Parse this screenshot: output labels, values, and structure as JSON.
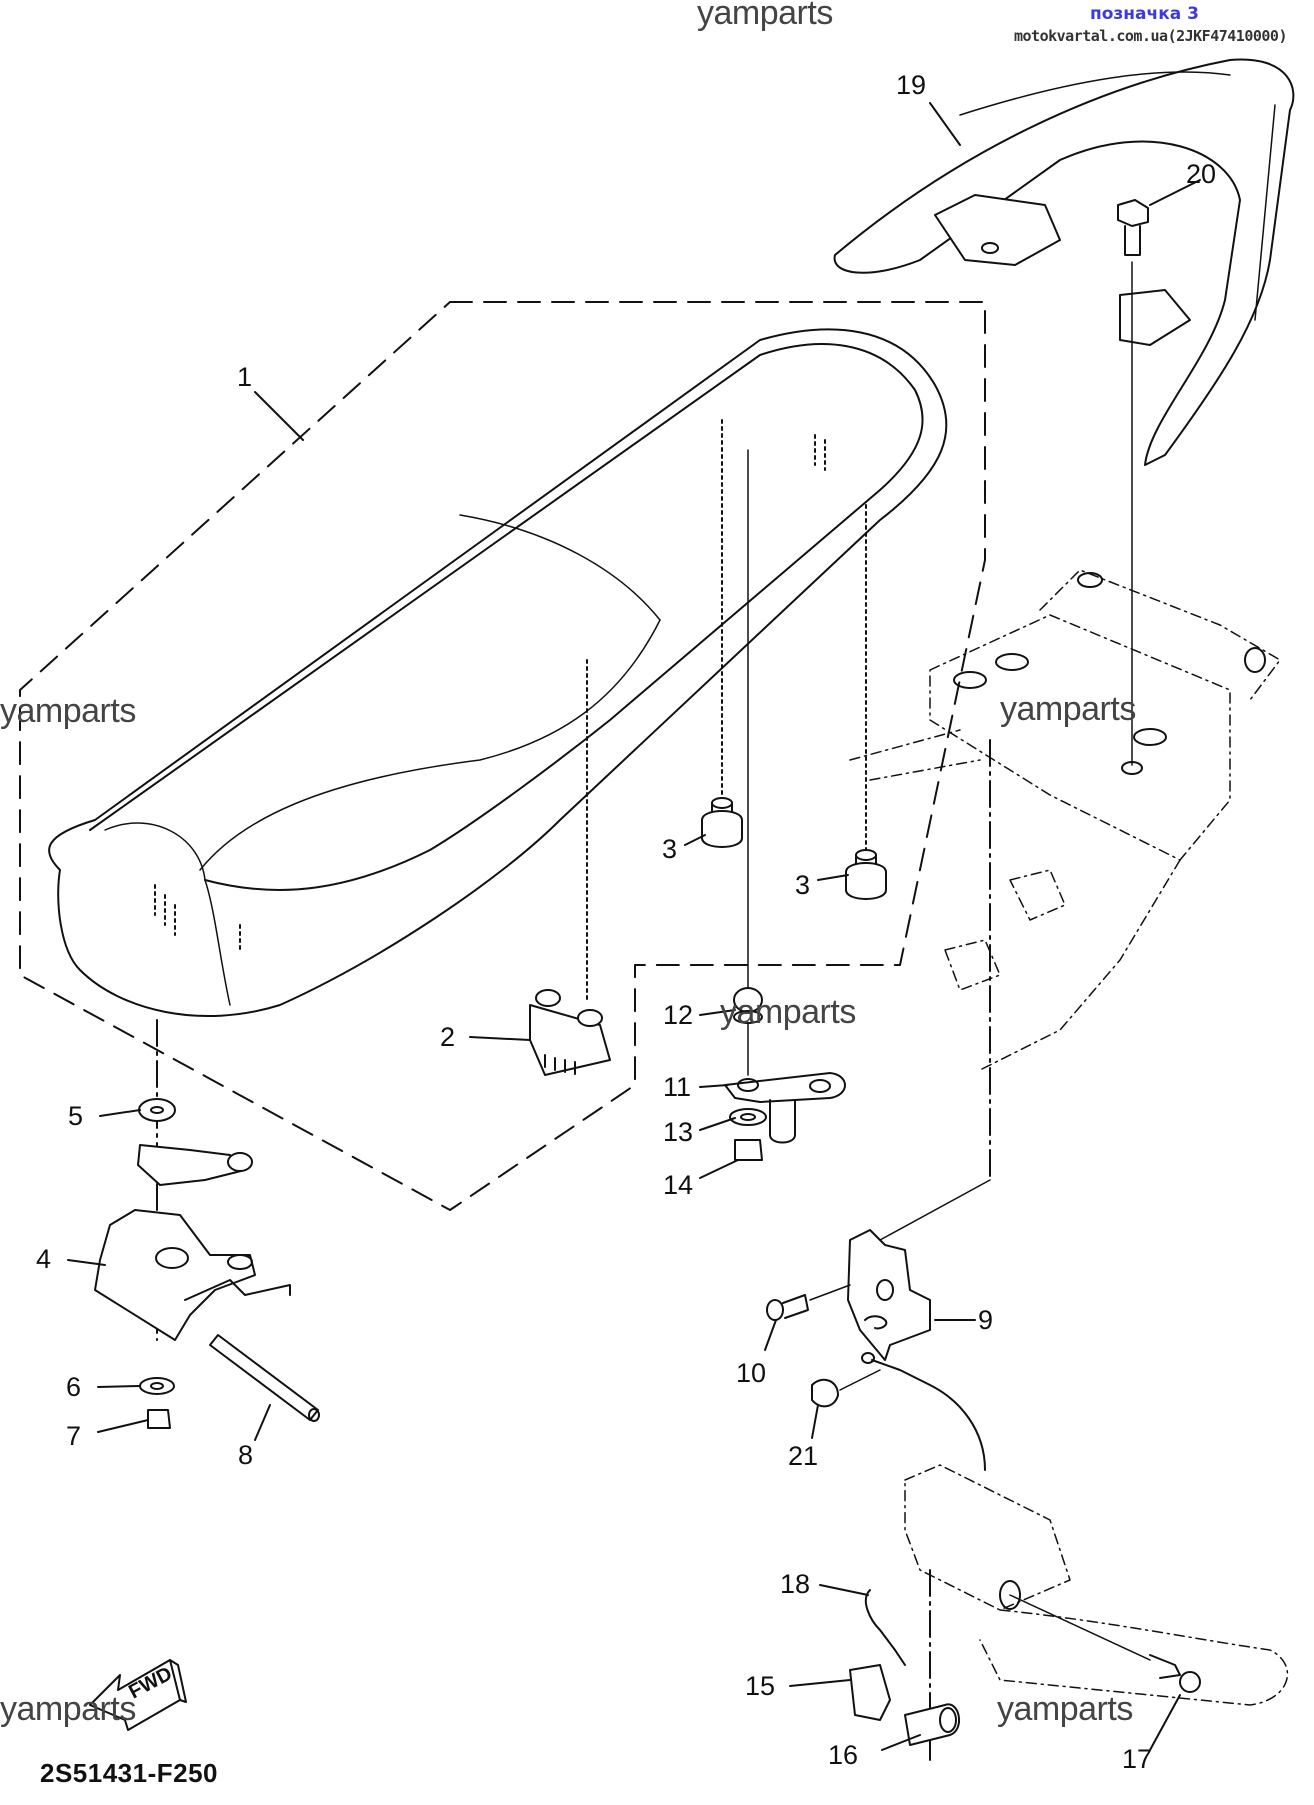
{
  "diagram": {
    "drawing_code": "2S51431-F250",
    "fwd_arrow_label": "FWD",
    "watermarks": [
      "yamparts",
      "yamparts",
      "yamparts",
      "yamparts",
      "yamparts",
      "yamparts"
    ],
    "marking": {
      "label": "позначка 3",
      "site": "motokvartal.com.ua",
      "code": "(2JKF47410000)",
      "color": "#3a3adf"
    },
    "callouts": [
      {
        "id": "1",
        "part": "seat assembly"
      },
      {
        "id": "2",
        "part": "damper block"
      },
      {
        "id": "3",
        "part": "damper"
      },
      {
        "id": "3",
        "part": "damper"
      },
      {
        "id": "4",
        "part": "seat hook bracket"
      },
      {
        "id": "5",
        "part": "seat hook"
      },
      {
        "id": "6",
        "part": "washer"
      },
      {
        "id": "7",
        "part": "nut"
      },
      {
        "id": "8",
        "part": "pin"
      },
      {
        "id": "9",
        "part": "seat lock"
      },
      {
        "id": "10",
        "part": "screw"
      },
      {
        "id": "11",
        "part": "bracket"
      },
      {
        "id": "12",
        "part": "damper"
      },
      {
        "id": "13",
        "part": "washer"
      },
      {
        "id": "14",
        "part": "nut"
      },
      {
        "id": "15",
        "part": "lock plate"
      },
      {
        "id": "16",
        "part": "key cylinder"
      },
      {
        "id": "17",
        "part": "bolt"
      },
      {
        "id": "18",
        "part": "lock cable"
      },
      {
        "id": "19",
        "part": "grab bar"
      },
      {
        "id": "20",
        "part": "flange bolt"
      },
      {
        "id": "21",
        "part": "clip"
      }
    ]
  }
}
